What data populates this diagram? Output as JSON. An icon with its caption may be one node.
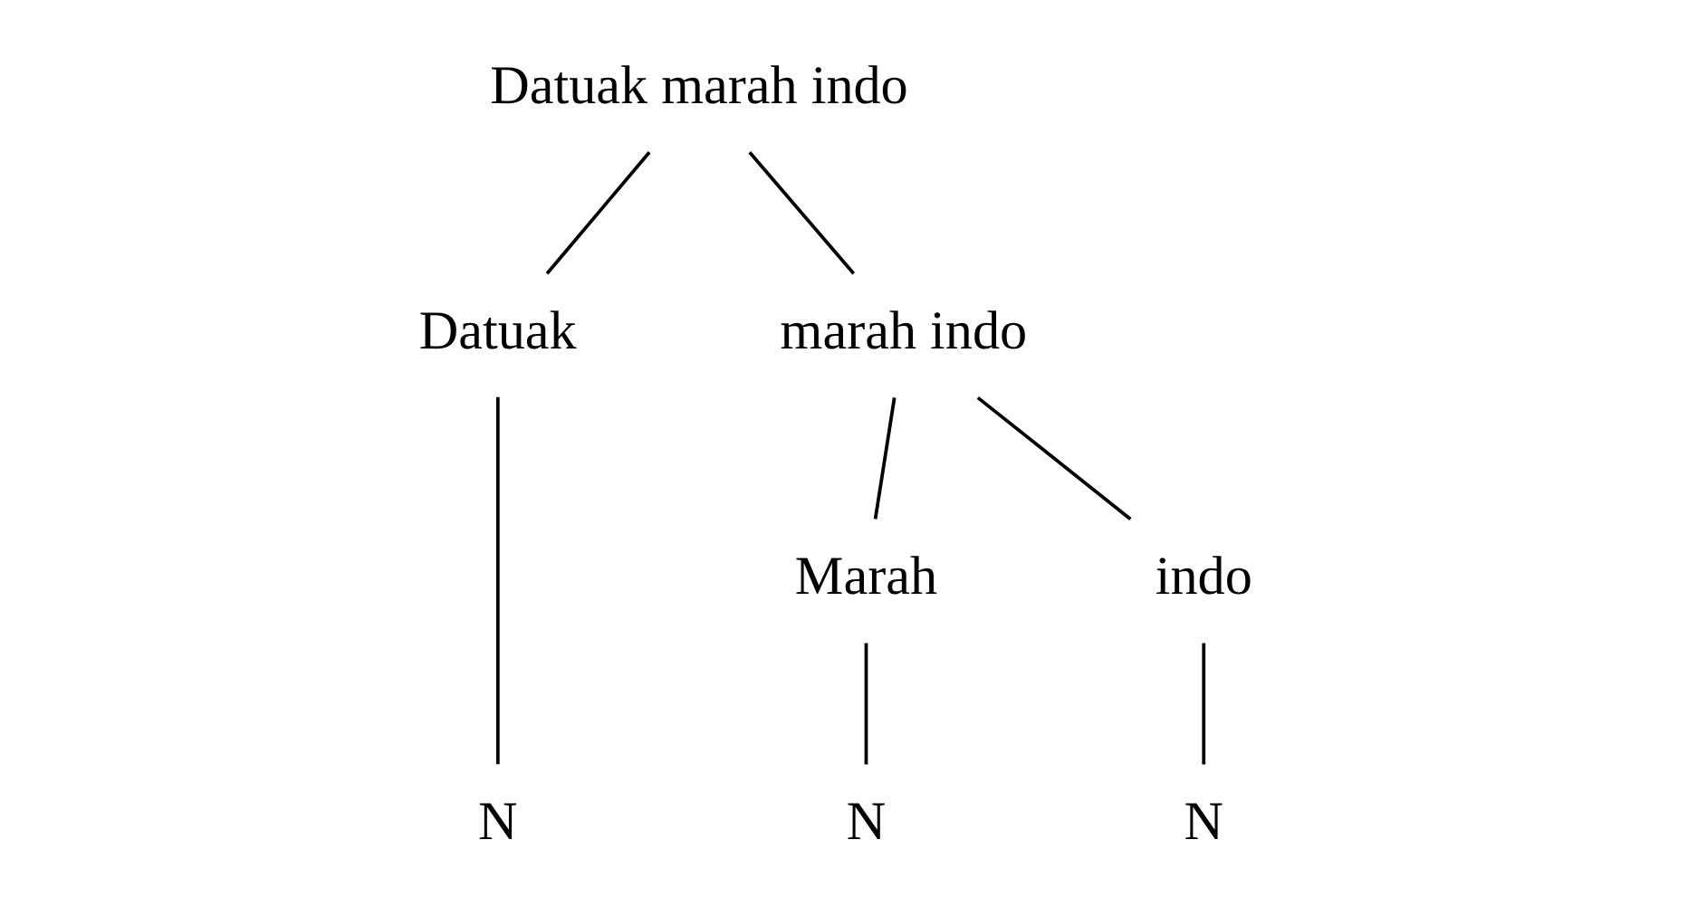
{
  "diagram": {
    "nodes": [
      {
        "text": [
          "Datuak marah indo"
        ]
      },
      {
        "text": [
          "Datuak"
        ]
      },
      {
        "text": [
          "marah indo"
        ]
      },
      {
        "text": [
          "Marah"
        ]
      },
      {
        "text": [
          "indo"
        ]
      },
      {
        "text": [
          "N"
        ]
      },
      {
        "text": [
          "N"
        ]
      },
      {
        "text": [
          "N"
        ]
      }
    ],
    "edges": [
      {
        "from": 0,
        "to": 1,
        "arrow": "none"
      },
      {
        "from": 0,
        "to": 2,
        "arrow": "none"
      },
      {
        "from": 2,
        "to": 3,
        "arrow": "none"
      },
      {
        "from": 2,
        "to": 4,
        "arrow": "none"
      },
      {
        "from": 1,
        "to": 5,
        "arrow": "none"
      },
      {
        "from": 3,
        "to": 6,
        "arrow": "none"
      },
      {
        "from": 4,
        "to": 7,
        "arrow": "none"
      }
    ]
  }
}
